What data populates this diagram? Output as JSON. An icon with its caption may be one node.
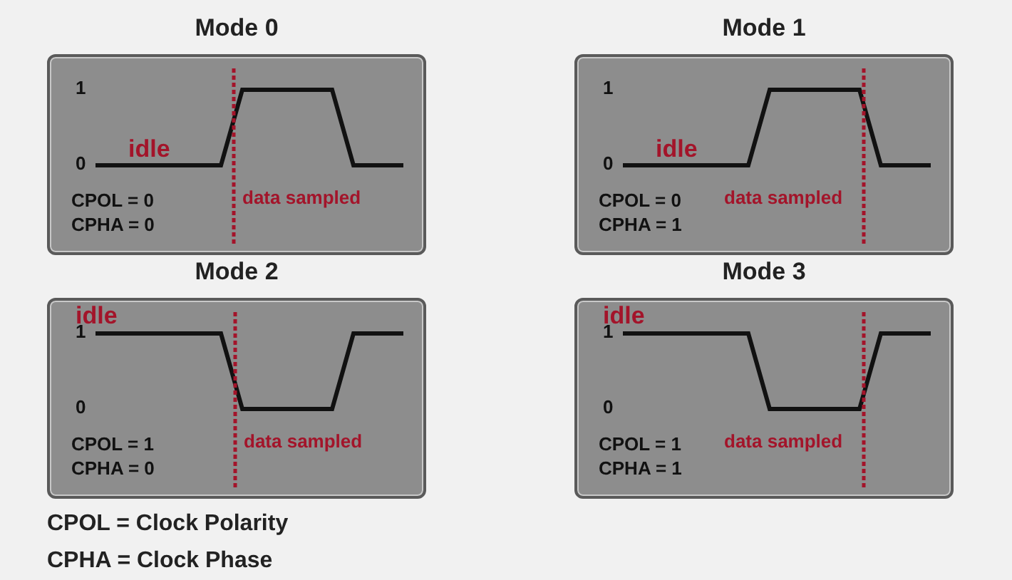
{
  "diagram": {
    "nodes": [
      {
        "text": [
          "Mode 0",
          "1",
          "0",
          "idle",
          "CPOL = 0",
          "data sampled",
          "CPHA = 0"
        ]
      },
      {
        "text": [
          "Mode 1",
          "1",
          "0",
          "idle",
          "CPOL = 0",
          "data sampled",
          "CPHA = 1"
        ]
      },
      {
        "text": [
          "Mode 2",
          "idle",
          "1",
          "0",
          "CPOL = 1",
          "data sampled",
          "CPHA = 0"
        ]
      },
      {
        "text": [
          "Mode 3",
          "idle",
          "1",
          "0",
          "CPOL = 1",
          "data sampled",
          "CPHA = 1"
        ]
      }
    ],
    "edges": [],
    "labels": [
      "CPOL = Clock Polarity",
      "CPHA = Clock Phase"
    ]
  }
}
